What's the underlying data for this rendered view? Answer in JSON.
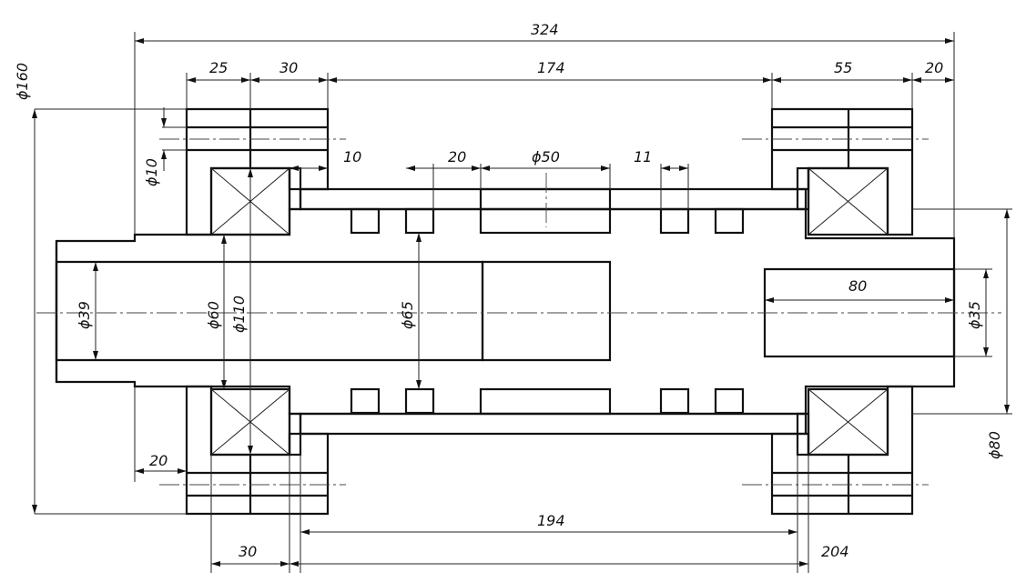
{
  "dimensions": {
    "overall_length": "324",
    "left_flange": "25",
    "left_hub": "30",
    "middle_span": "174",
    "right_flange": "55",
    "right_end": "20",
    "groove_width_left": "10",
    "groove_gap": "20",
    "center_bore_dia": "ϕ50",
    "groove_width_right": "11",
    "right_bore_depth": "80",
    "outer_flange_dia": "ϕ160",
    "bolt_hole_dia": "ϕ10",
    "bore_dia_left": "ϕ39",
    "bearing_inner_dia": "ϕ60",
    "bearing_outer_dia": "ϕ110",
    "groove_dia": "ϕ65",
    "right_bore_dia": "ϕ35",
    "right_shaft_dia": "ϕ80",
    "left_offset": "20",
    "sleeve_length": "194",
    "bottom_left": "30",
    "bottom_right": "204"
  }
}
